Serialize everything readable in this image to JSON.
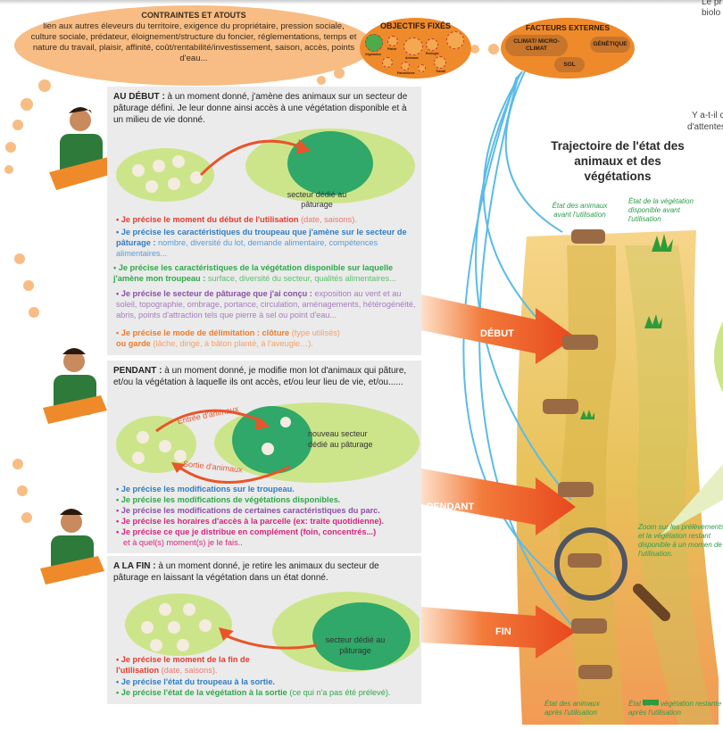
{
  "top_right_fragments": {
    "line1": "Le pr",
    "line2": "biolo",
    "line3": "Y a-t-il c",
    "line4": "d'attentes"
  },
  "contraintes": {
    "title": "CONTRAINTES ET ATOUTS",
    "text": "lien aux autres éleveurs du territoire, exigence du propriétaire, pression sociale, culture sociale, prédateur, éloignement/structure du foncier, réglementations, temps et nature du travail, plaisir, affinité, coût/rentabilité/investissement, saison, accès, points d'eau..."
  },
  "objectifs": {
    "title": "OBJECTIFS FIXÉS",
    "labels": [
      "Végétation",
      "Plaisir",
      "Animaux",
      "Écologie",
      "Parasitisme",
      "Travail"
    ]
  },
  "facteurs": {
    "title": "FACTEURS EXTERNES",
    "items": [
      "CLIMAT/ MICRO-CLIMAT",
      "GÉNÉTIQUE",
      "SOL"
    ]
  },
  "debut": {
    "label": "AU DÉBUT :",
    "intro": " à un moment donné, j'amène des animaux sur un secteur de pâturage défini. Je leur donne ainsi accès à une végétation disponible et à un milieu de vie donné.",
    "sector_label": "secteur dédié au pâturage",
    "bullets": [
      {
        "bold": "• Je précise le moment du début de l'utilisation",
        "rest": " (date, saisons).",
        "color": "#e63a2e"
      },
      {
        "bold": "• Je précise les caractéristiques du troupeau que j'amène sur le secteur de pâturage :",
        "rest": " nombre, diversité du lot, demande alimentaire, compétences alimentaires...",
        "color": "#2f7cc0"
      },
      {
        "bold": "• Je précise les caractéristiques de la végétation disponible sur laquelle j'amène mon troupeau :",
        "rest": " surface, diversité du secteur, qualités alimentaires...",
        "color": "#2fa84a"
      },
      {
        "bold": "• Je précise le secteur de pâturage que j'ai conçu :",
        "rest": " exposition au vent et au soleil, topographie, ombrage, portance, circulation, aménagements, hétérogénéité, abris, points d'attraction tels que pierre à sel ou point d'eau...",
        "color": "#8a4fa6"
      },
      {
        "bold": "• Je précise le mode de délimitation : clôture",
        "rest": " (type utilisés)",
        "bold2": "ou garde",
        "rest2": " (lâche, dirigé, à bâton planté, à l'aveugle…).",
        "color": "#ef7a2a"
      }
    ]
  },
  "pendant": {
    "label": "PENDANT :",
    "intro": " à un moment donné, je modifie mon lot d'animaux qui pâture, et/ou la végétation à laquelle ils ont accès, et/ou leur lieu de vie, et/ou......",
    "entree": "Entrée d'animaux",
    "sortie": "Sortie d'animaux",
    "sector_label": "nouveau secteur dédié au pâturage",
    "bullets": [
      {
        "bold": "• Je précise les modifications sur le troupeau.",
        "rest": "",
        "color": "#2f7cc0"
      },
      {
        "bold": "• Je précise les modifications de végétations disponibles.",
        "rest": "",
        "color": "#2fa84a"
      },
      {
        "bold": "• Je précise les modifications de certaines caractéristiques du parc.",
        "rest": "",
        "color": "#8a4fa6"
      },
      {
        "bold": "• Je précise les horaires d'accès à la parcelle (ex: traite quotidienne).",
        "rest": "",
        "color": "#d6237e"
      },
      {
        "bold": "• Je précise ce que je distribue en complément (foin, concentrés...)",
        "rest": "",
        "color": "#d6237e"
      },
      {
        "bold": "",
        "rest": "et à quel(s) moment(s) je le fais..",
        "color": "#d6237e"
      }
    ]
  },
  "fin": {
    "label": "A LA FIN :",
    "intro": " à un moment donné, je retire les animaux du secteur de pâturage en laissant la végétation dans un état donné.",
    "sector_label": "secteur dédié au pâturage",
    "bullets": [
      {
        "bold": "• Je précise le moment de la fin de l'utilisation",
        "rest": " (date, saisons).",
        "color": "#e63a2e"
      },
      {
        "bold": "• Je précise l'état du troupeau à la sortie.",
        "rest": "",
        "color": "#2f7cc0"
      },
      {
        "bold": "• Je précise l'état de la végétation à la sortie",
        "rest": "  (ce qui n'a pas été prélevé).",
        "color": "#2fa84a"
      }
    ]
  },
  "arrows": {
    "debut": "DÉBUT",
    "pendant": "PENDANT",
    "fin": "FIN"
  },
  "trajectoire": {
    "title": "Trajectoire de l'état des animaux et des végétations",
    "animaux_avant": "État des animaux avant l'utilisation",
    "vegetation_avant": "État de la végétation disponible avant l'utilisation",
    "zoom": "Zoom sur les prélèvements et la végétation restant disponible à un momen de l'utilisation.",
    "animaux_apres": "État des animaux après l'utilisation",
    "vegetation_apres": "État de la végétation restante après l'utilisation"
  },
  "colors": {
    "orange": "#ef8a2a",
    "peach": "#f7bd84",
    "box": "#ebebeb",
    "green_light": "#cde58a",
    "green_dark": "#2fa86a",
    "blue_line": "#5bbbe8",
    "caption_green": "#2a9d4a"
  }
}
